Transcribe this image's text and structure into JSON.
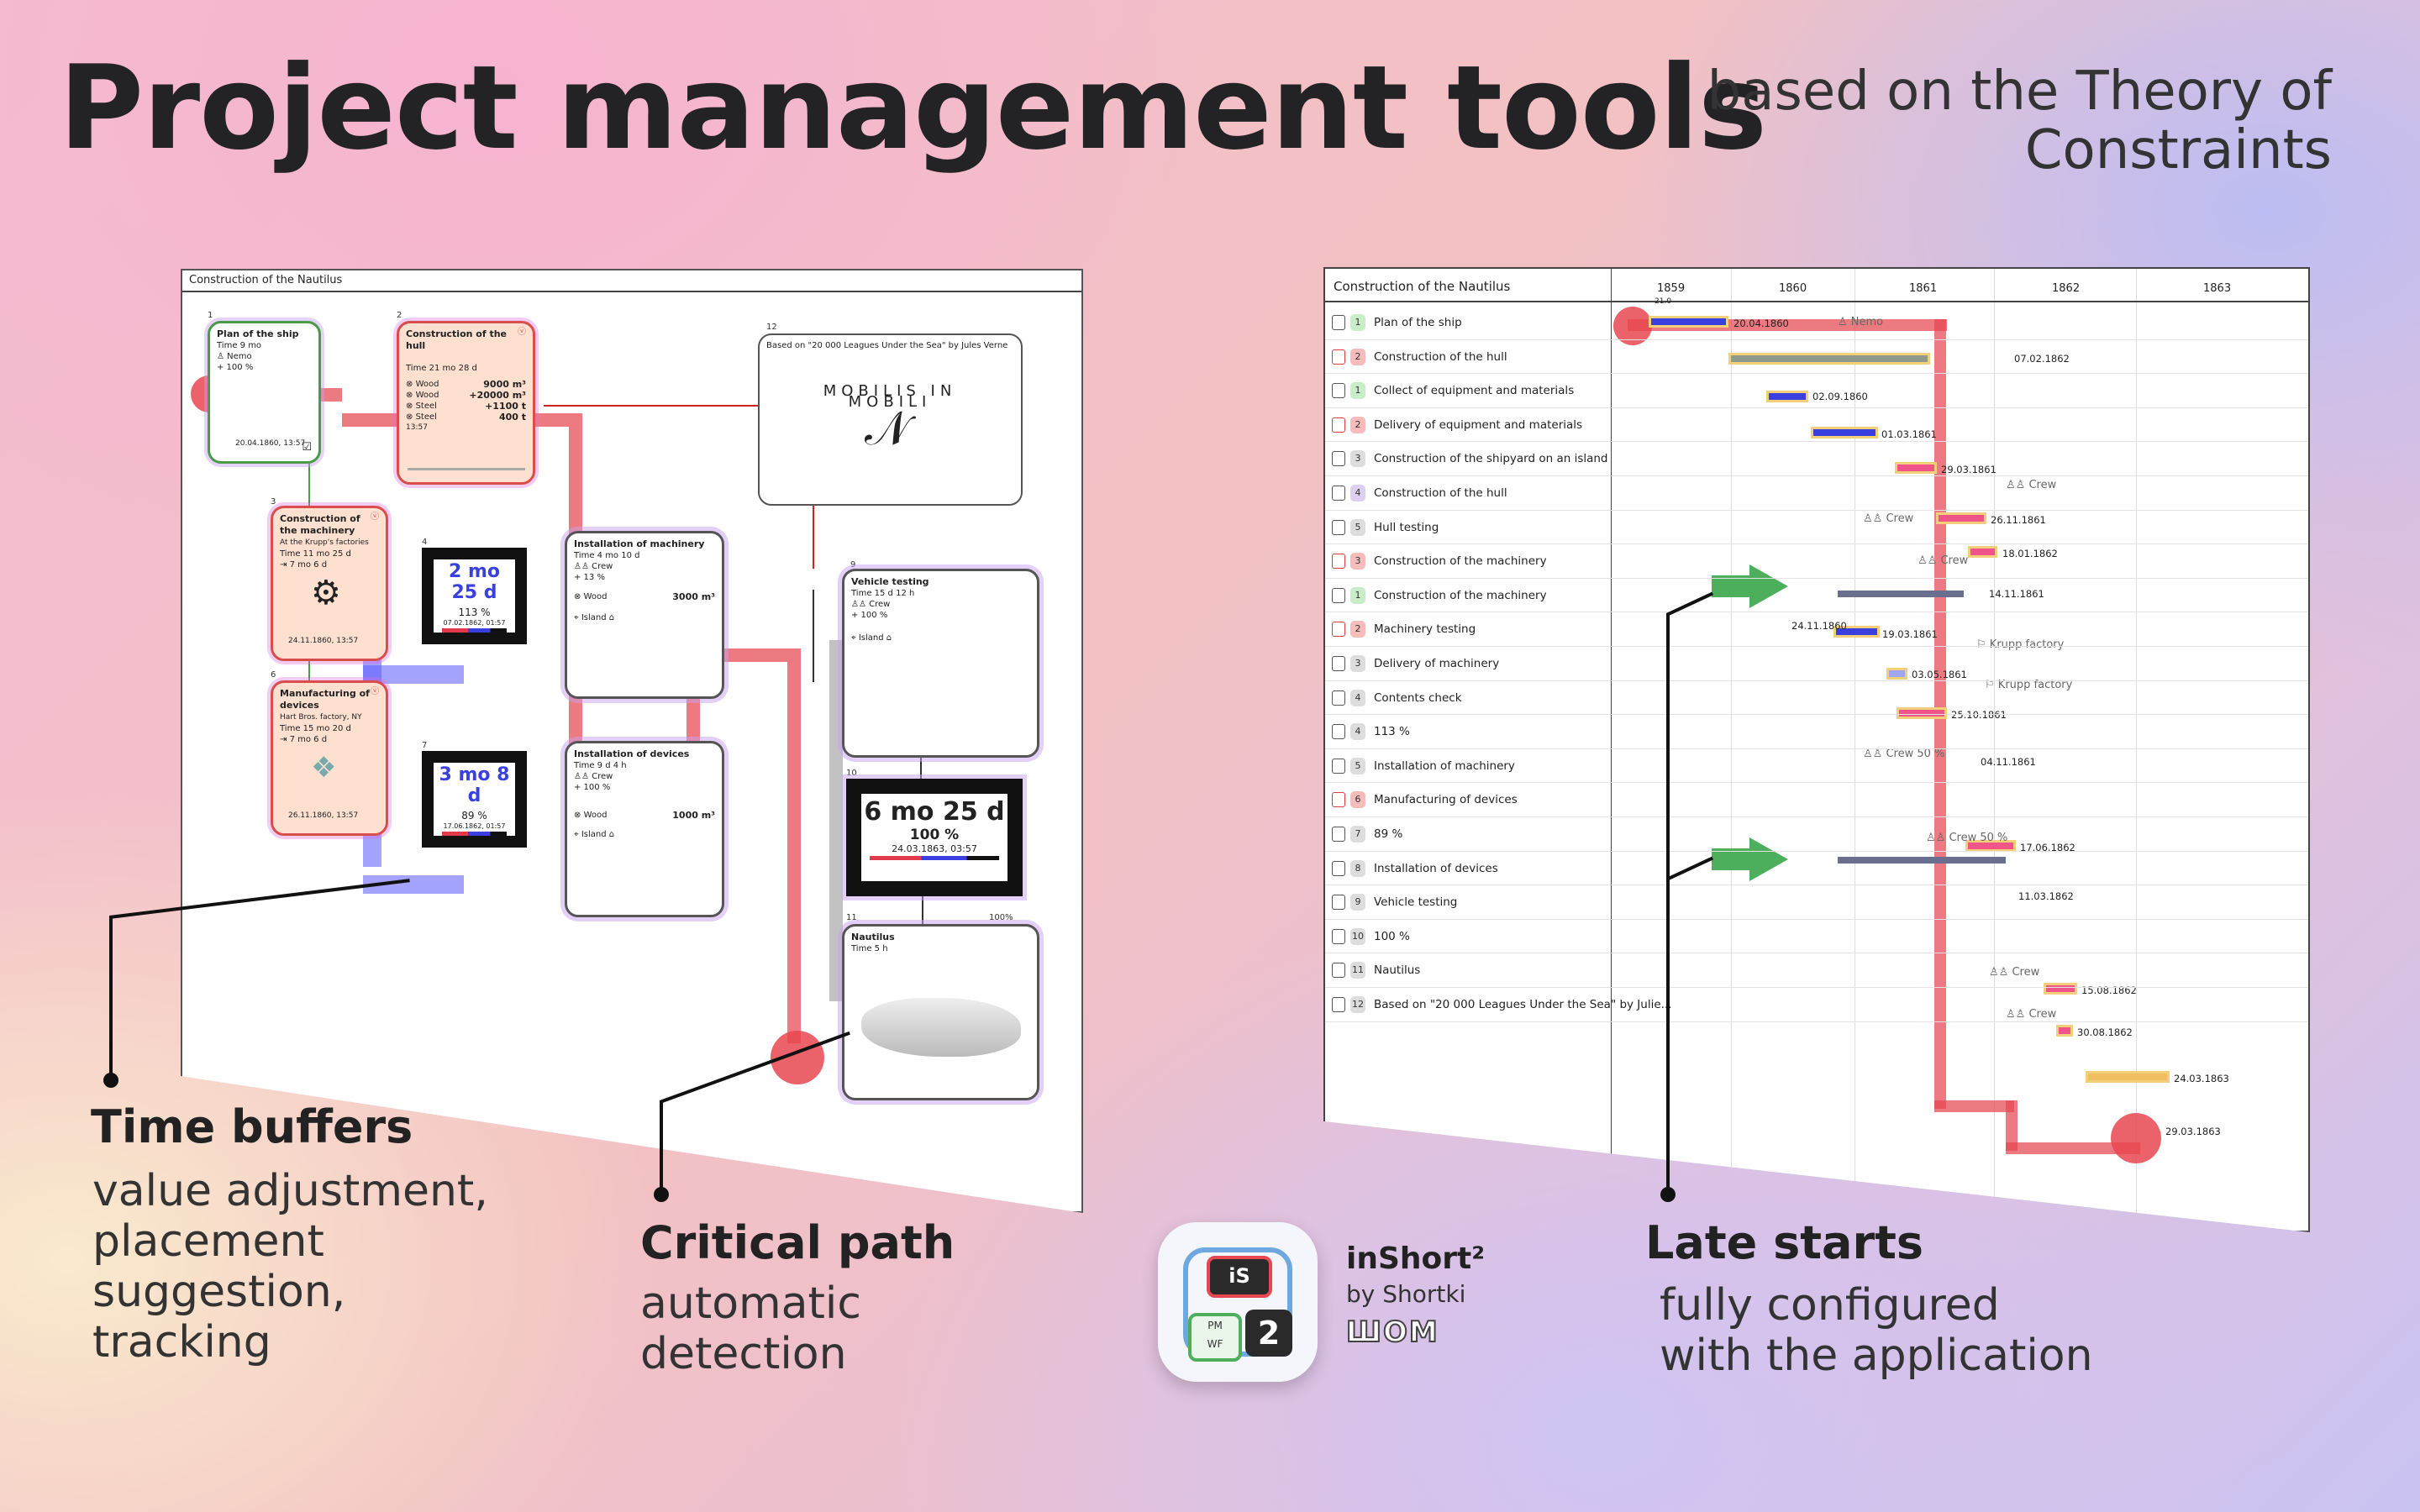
{
  "header": {
    "title": "Project management tools",
    "subtitle": "based on the Theory of Constraints"
  },
  "network_view": {
    "title": "Construction of the Nautilus",
    "nodes": [
      {
        "num": "1",
        "title": "Plan of the ship",
        "time": "Time  9 mo",
        "resource": "Nemo",
        "resource_pct": "+ 100 %",
        "date": "20.04.1860, 13:57"
      },
      {
        "num": "2",
        "title": "Construction of the hull",
        "time": "Time  21 mo 28 d",
        "materials": [
          {
            "name": "Wood",
            "value": "9000 m³"
          },
          {
            "name": "Wood",
            "value": "+20000 m³"
          },
          {
            "name": "Steel",
            "value": "+1100 t"
          },
          {
            "name": "Steel",
            "value": "400 t"
          }
        ],
        "date": "13:57"
      },
      {
        "num": "3",
        "title": "Construction of the machinery",
        "place": "At the Krupp's factories",
        "time": "Time  11 mo 25 d",
        "late": "7 mo 6 d",
        "date": "24.11.1860, 13:57"
      },
      {
        "num": "6",
        "title": "Manufacturing of devices",
        "place": "Hart Bros. factory, NY",
        "time": "Time  15 mo 20 d",
        "late": "7 mo 6 d",
        "date": "26.11.1860, 13:57"
      },
      {
        "num": "",
        "title": "Installation of machinery",
        "time": "Time  4 mo 10 d",
        "resource": "Crew",
        "resource_pct": "+ 13 %",
        "material": "Wood",
        "material_value": "3000 m³",
        "place": "Island"
      },
      {
        "num": "",
        "title": "Installation of devices",
        "time": "Time  9 d 4 h",
        "resource": "Crew",
        "resource_pct": "+ 100 %",
        "material": "Wood",
        "material_value": "1000 m³",
        "place": "Island"
      },
      {
        "num": "9",
        "title": "Vehicle testing",
        "time": "Time  15 d 12 h",
        "resource": "Crew",
        "resource_pct": "+ 100 %",
        "place": "Island"
      },
      {
        "num": "11",
        "title": "Nautilus",
        "time": "Time  5 h",
        "pct": "100%"
      }
    ],
    "buffers": [
      {
        "num": "4",
        "value": "2 mo 25 d",
        "pct": "113 %",
        "date": "07.02.1862, 01:57"
      },
      {
        "num": "7",
        "value": "3 mo 8 d",
        "pct": "89 %",
        "date": "17.06.1862, 01:57"
      },
      {
        "num": "10",
        "value": "6 mo 25 d",
        "pct": "100 %",
        "date": "24.03.1863, 03:57"
      }
    ],
    "note": {
      "num": "12",
      "text": "Based on \"20 000 Leagues Under the Sea\" by Jules Verne",
      "motto": "MOBILIS IN MOBILI"
    }
  },
  "gantt_view": {
    "title": "Construction of the Nautilus",
    "years": [
      "1859",
      "1860",
      "1861",
      "1862",
      "1863"
    ],
    "tasks": [
      {
        "num": "1",
        "label": "Plan of the ship",
        "color": "green"
      },
      {
        "num": "2",
        "label": "Construction of the hull",
        "color": "red"
      },
      {
        "num": "1",
        "label": "Collect of equipment and materials",
        "color": "green"
      },
      {
        "num": "2",
        "label": "Delivery of equipment and materials",
        "color": "red"
      },
      {
        "num": "3",
        "label": "Construction of the shipyard on an island",
        "color": "grey"
      },
      {
        "num": "4",
        "label": "Construction of the hull",
        "color": "purple"
      },
      {
        "num": "5",
        "label": "Hull testing",
        "color": "grey"
      },
      {
        "num": "3",
        "label": "Construction of the machinery",
        "color": "red"
      },
      {
        "num": "1",
        "label": "Construction of the machinery",
        "color": "green"
      },
      {
        "num": "2",
        "label": "Machinery testing",
        "color": "red"
      },
      {
        "num": "3",
        "label": "Delivery of machinery",
        "color": "grey"
      },
      {
        "num": "4",
        "label": "Contents check",
        "color": "grey"
      },
      {
        "num": "4",
        "label": "113 %",
        "color": "grey"
      },
      {
        "num": "5",
        "label": "Installation of machinery",
        "color": "grey"
      },
      {
        "num": "6",
        "label": "Manufacturing of devices",
        "color": "red"
      },
      {
        "num": "7",
        "label": "89 %",
        "color": "grey"
      },
      {
        "num": "8",
        "label": "Installation of devices",
        "color": "grey"
      },
      {
        "num": "9",
        "label": "Vehicle testing",
        "color": "grey"
      },
      {
        "num": "10",
        "label": "100 %",
        "color": "grey"
      },
      {
        "num": "11",
        "label": "Nautilus",
        "color": "grey"
      },
      {
        "num": "12",
        "label": "Based on \"20 000 Leagues Under the Sea\" by Julie...",
        "color": "grey"
      }
    ],
    "date_labels": [
      "21.0",
      "20.04.1860",
      "07.02.1862",
      "02.09.1860",
      "01.03.1861",
      "29.03.1861",
      "26.11.1861",
      "18.01.1862",
      "14.11.1861",
      "24.11.1860",
      "19.03.1861",
      "03.05.1861",
      "25.10.1861",
      "04.11.1861",
      "17.06.1862",
      "11.03.1862",
      "15.08.1862",
      "30.08.1862",
      "24.03.1863",
      "29.03.1863"
    ],
    "resources": [
      "Nemo",
      "Crew",
      "Crew",
      "Crew",
      "Krupp factory",
      "Krupp factory",
      "Crew 50 %",
      "Crew 50 %",
      "Crew",
      "Crew"
    ]
  },
  "callouts": {
    "time_buffers": {
      "title": "Time buffers",
      "lines": [
        "value adjustment,",
        "placement",
        "suggestion,",
        "tracking"
      ]
    },
    "critical_path": {
      "title": "Critical path",
      "lines": [
        "automatic",
        "detection"
      ]
    },
    "late_starts": {
      "title": "Late starts",
      "lines": [
        "fully configured",
        "with the application"
      ]
    }
  },
  "logo": {
    "name": "inShort²",
    "by": "by Shortki",
    "mark": "ШОМ",
    "tile_pm": "PM",
    "tile_wf": "WF",
    "tile_is": "iS",
    "tile_two": "2"
  },
  "colors": {
    "critical": "#e84650",
    "buffer_blue": "#3a3fe0",
    "late_green": "#4dae5c",
    "bar_outline": "#f3cf7a",
    "pink_bar": "#f0558a"
  }
}
